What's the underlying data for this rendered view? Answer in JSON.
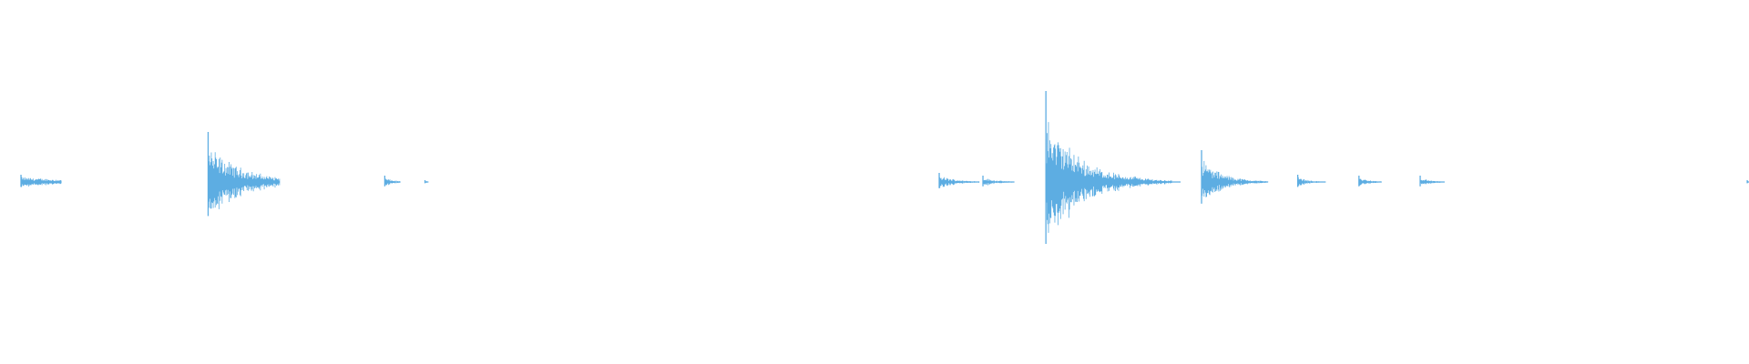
{
  "waveform": {
    "color": "#5dade2",
    "background": "#ffffff",
    "transients": [
      {
        "name": "burst-1",
        "t": 0.012,
        "peak": 0.08,
        "decay": 0.03,
        "tail_end": 0.035
      },
      {
        "name": "burst-2",
        "t": 0.119,
        "peak": 0.55,
        "decay": 0.02,
        "tail_end": 0.16
      },
      {
        "name": "burst-3",
        "t": 0.22,
        "peak": 0.07,
        "decay": 0.005,
        "tail_end": 0.229
      },
      {
        "name": "burst-4",
        "t": 0.243,
        "peak": 0.02,
        "decay": 0.002,
        "tail_end": 0.245
      },
      {
        "name": "burst-5",
        "t": 0.537,
        "peak": 0.1,
        "decay": 0.01,
        "tail_end": 0.56
      },
      {
        "name": "burst-6",
        "t": 0.562,
        "peak": 0.07,
        "decay": 0.008,
        "tail_end": 0.58
      },
      {
        "name": "burst-7",
        "t": 0.598,
        "peak": 1.0,
        "decay": 0.02,
        "tail_end": 0.67
      },
      {
        "name": "burst-8",
        "t": 0.649,
        "peak": 0.06,
        "decay": 0.006,
        "tail_end": 0.675
      },
      {
        "name": "burst-9",
        "t": 0.687,
        "peak": 0.35,
        "decay": 0.012,
        "tail_end": 0.725
      },
      {
        "name": "burst-10",
        "t": 0.742,
        "peak": 0.08,
        "decay": 0.006,
        "tail_end": 0.758
      },
      {
        "name": "burst-11",
        "t": 0.777,
        "peak": 0.07,
        "decay": 0.006,
        "tail_end": 0.79
      },
      {
        "name": "burst-12",
        "t": 0.812,
        "peak": 0.07,
        "decay": 0.006,
        "tail_end": 0.826
      },
      {
        "name": "burst-13",
        "t": 0.999,
        "peak": 0.02,
        "decay": 0.001,
        "tail_end": 1.0
      }
    ]
  }
}
